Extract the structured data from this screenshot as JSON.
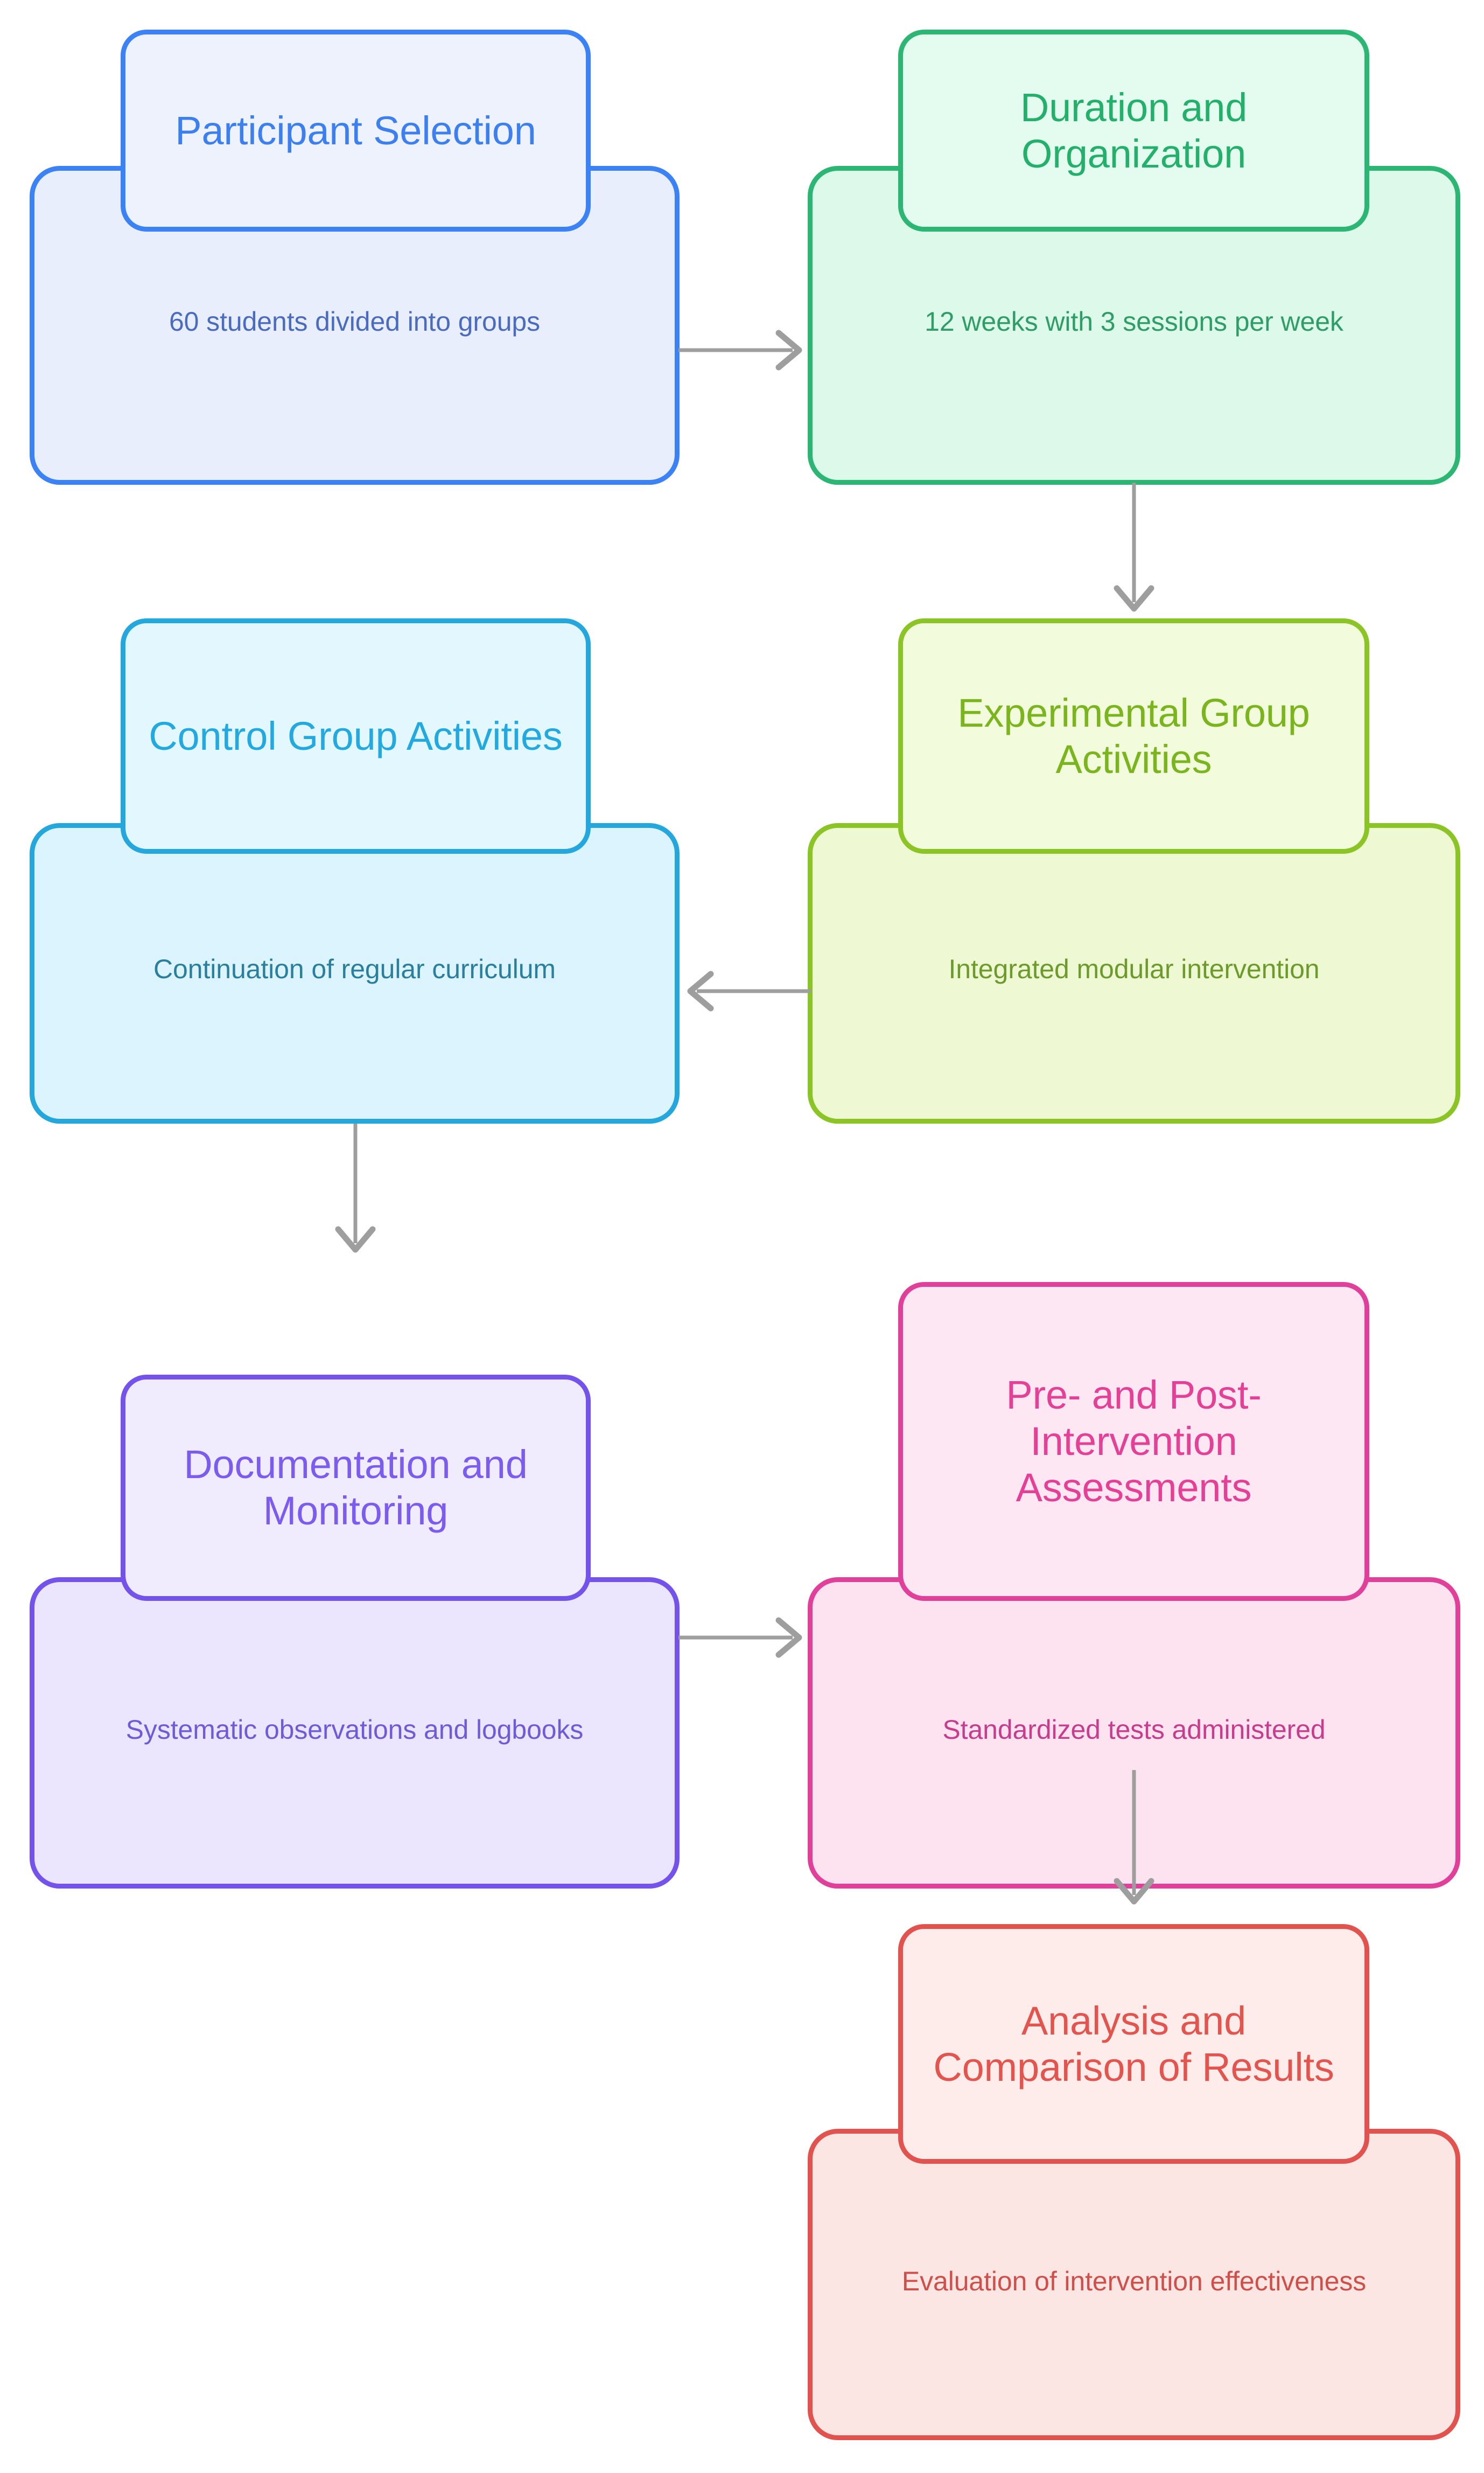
{
  "diagram": {
    "type": "flowchart",
    "background": "#ffffff",
    "arrow_color": "#9e9e9e",
    "nodes": [
      {
        "id": "participant-selection",
        "title": "Participant Selection",
        "description": "60 students divided into groups",
        "border_color": "#3b82f6",
        "header_fill": "#eef2fd",
        "body_fill": "#e8eefc",
        "title_color": "#3b7ff0",
        "desc_color": "#4b6bbf"
      },
      {
        "id": "duration-and-organization",
        "title": "Duration and Organization",
        "description": "12 weeks with 3 sessions per week",
        "border_color": "#2bb673",
        "header_fill": "#e4fbef",
        "body_fill": "#ddf9e9",
        "title_color": "#22b06a",
        "desc_color": "#2f9d68"
      },
      {
        "id": "control-group-activities",
        "title": "Control Group Activities",
        "description": "Continuation of regular curriculum",
        "border_color": "#23a7dd",
        "header_fill": "#e3f7fe",
        "body_fill": "#dcf4fd",
        "title_color": "#22a9e0",
        "desc_color": "#2b7f9e"
      },
      {
        "id": "experimental-group-activities",
        "title": "Experimental Group Activities",
        "description": "Integrated modular intervention",
        "border_color": "#8bc425",
        "header_fill": "#f2fbdc",
        "body_fill": "#eef9d4",
        "title_color": "#7ab51d",
        "desc_color": "#6c9b2c"
      },
      {
        "id": "documentation-and-monitoring",
        "title": "Documentation and Monitoring",
        "description": "Systematic observations and logbooks",
        "border_color": "#7453ed",
        "header_fill": "#f0ecfe",
        "body_fill": "#ebe6fd",
        "title_color": "#7b5bf0",
        "desc_color": "#6f5bd8"
      },
      {
        "id": "pre-and-post-intervention-assessments",
        "title": "Pre- and Post-Intervention Assessments",
        "description": "Standardized tests administered",
        "border_color": "#e0409a",
        "header_fill": "#fde7f3",
        "body_fill": "#fde2f0",
        "title_color": "#e53f96",
        "desc_color": "#c73c8c"
      },
      {
        "id": "analysis-and-comparison-of-results",
        "title": "Analysis and Comparison of Results",
        "description": "Evaluation of intervention effectiveness",
        "border_color": "#e2524e",
        "header_fill": "#fdecea",
        "body_fill": "#fce6e3",
        "title_color": "#e3544f",
        "desc_color": "#cf4f4b"
      }
    ],
    "edges": [
      {
        "id": "edge-1",
        "from": "participant-selection",
        "to": "duration-and-organization",
        "direction": "right"
      },
      {
        "id": "edge-2",
        "from": "duration-and-organization",
        "to": "experimental-group-activities",
        "direction": "down"
      },
      {
        "id": "edge-3",
        "from": "experimental-group-activities",
        "to": "control-group-activities",
        "direction": "left"
      },
      {
        "id": "edge-4",
        "from": "control-group-activities",
        "to": "documentation-and-monitoring",
        "direction": "down"
      },
      {
        "id": "edge-5",
        "from": "documentation-and-monitoring",
        "to": "pre-and-post-intervention-assessments",
        "direction": "right"
      },
      {
        "id": "edge-6",
        "from": "pre-and-post-intervention-assessments",
        "to": "analysis-and-comparison-of-results",
        "direction": "down"
      }
    ]
  }
}
